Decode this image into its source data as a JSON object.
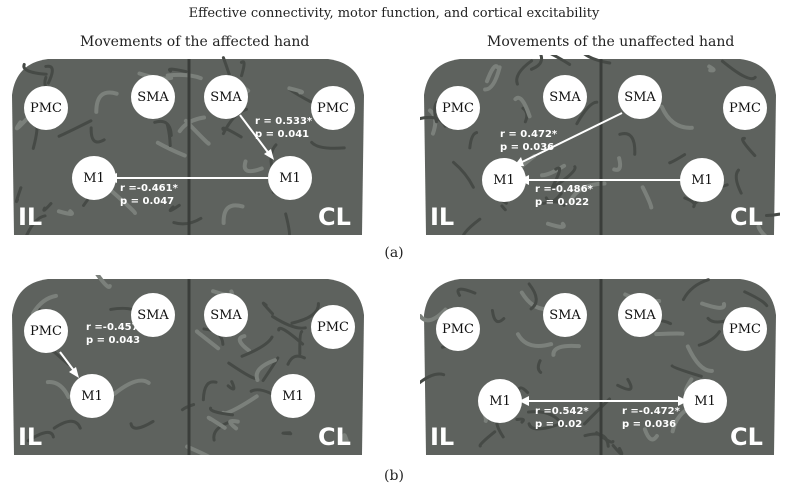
{
  "figure": {
    "title": "Effective connectivity, motor function, and cortical excitability",
    "col_titles": [
      "Movements of the affected hand",
      "Movements of the unaffected hand"
    ],
    "panel_labels": [
      "(a)",
      "(b)"
    ],
    "side_left": "IL",
    "side_right": "CL",
    "nodes": {
      "pmc": "PMC",
      "sma": "SMA",
      "m1": "M1"
    },
    "stats": {
      "a_aff_sma": [
        "r  = 0.533*",
        "p = 0.041"
      ],
      "a_aff_m1": [
        "r =-0.461*",
        "p = 0.047"
      ],
      "a_unaff_sma": [
        "r = 0.472*",
        "p = 0.036"
      ],
      "a_unaff_m1": [
        "r =-0.486*",
        "p = 0.022"
      ],
      "b_aff_pmc": [
        "r =-0.457",
        "p = 0.043"
      ],
      "b_unaff_left": [
        "r =0.542*",
        "p = 0.02"
      ],
      "b_unaff_right": [
        "r =-0.472*",
        "p = 0.036"
      ]
    }
  },
  "colors": {
    "brain": "#5e625e",
    "brain_dark": "#464a46",
    "brain_light": "#7b807b",
    "arrow": "#ffffff"
  }
}
